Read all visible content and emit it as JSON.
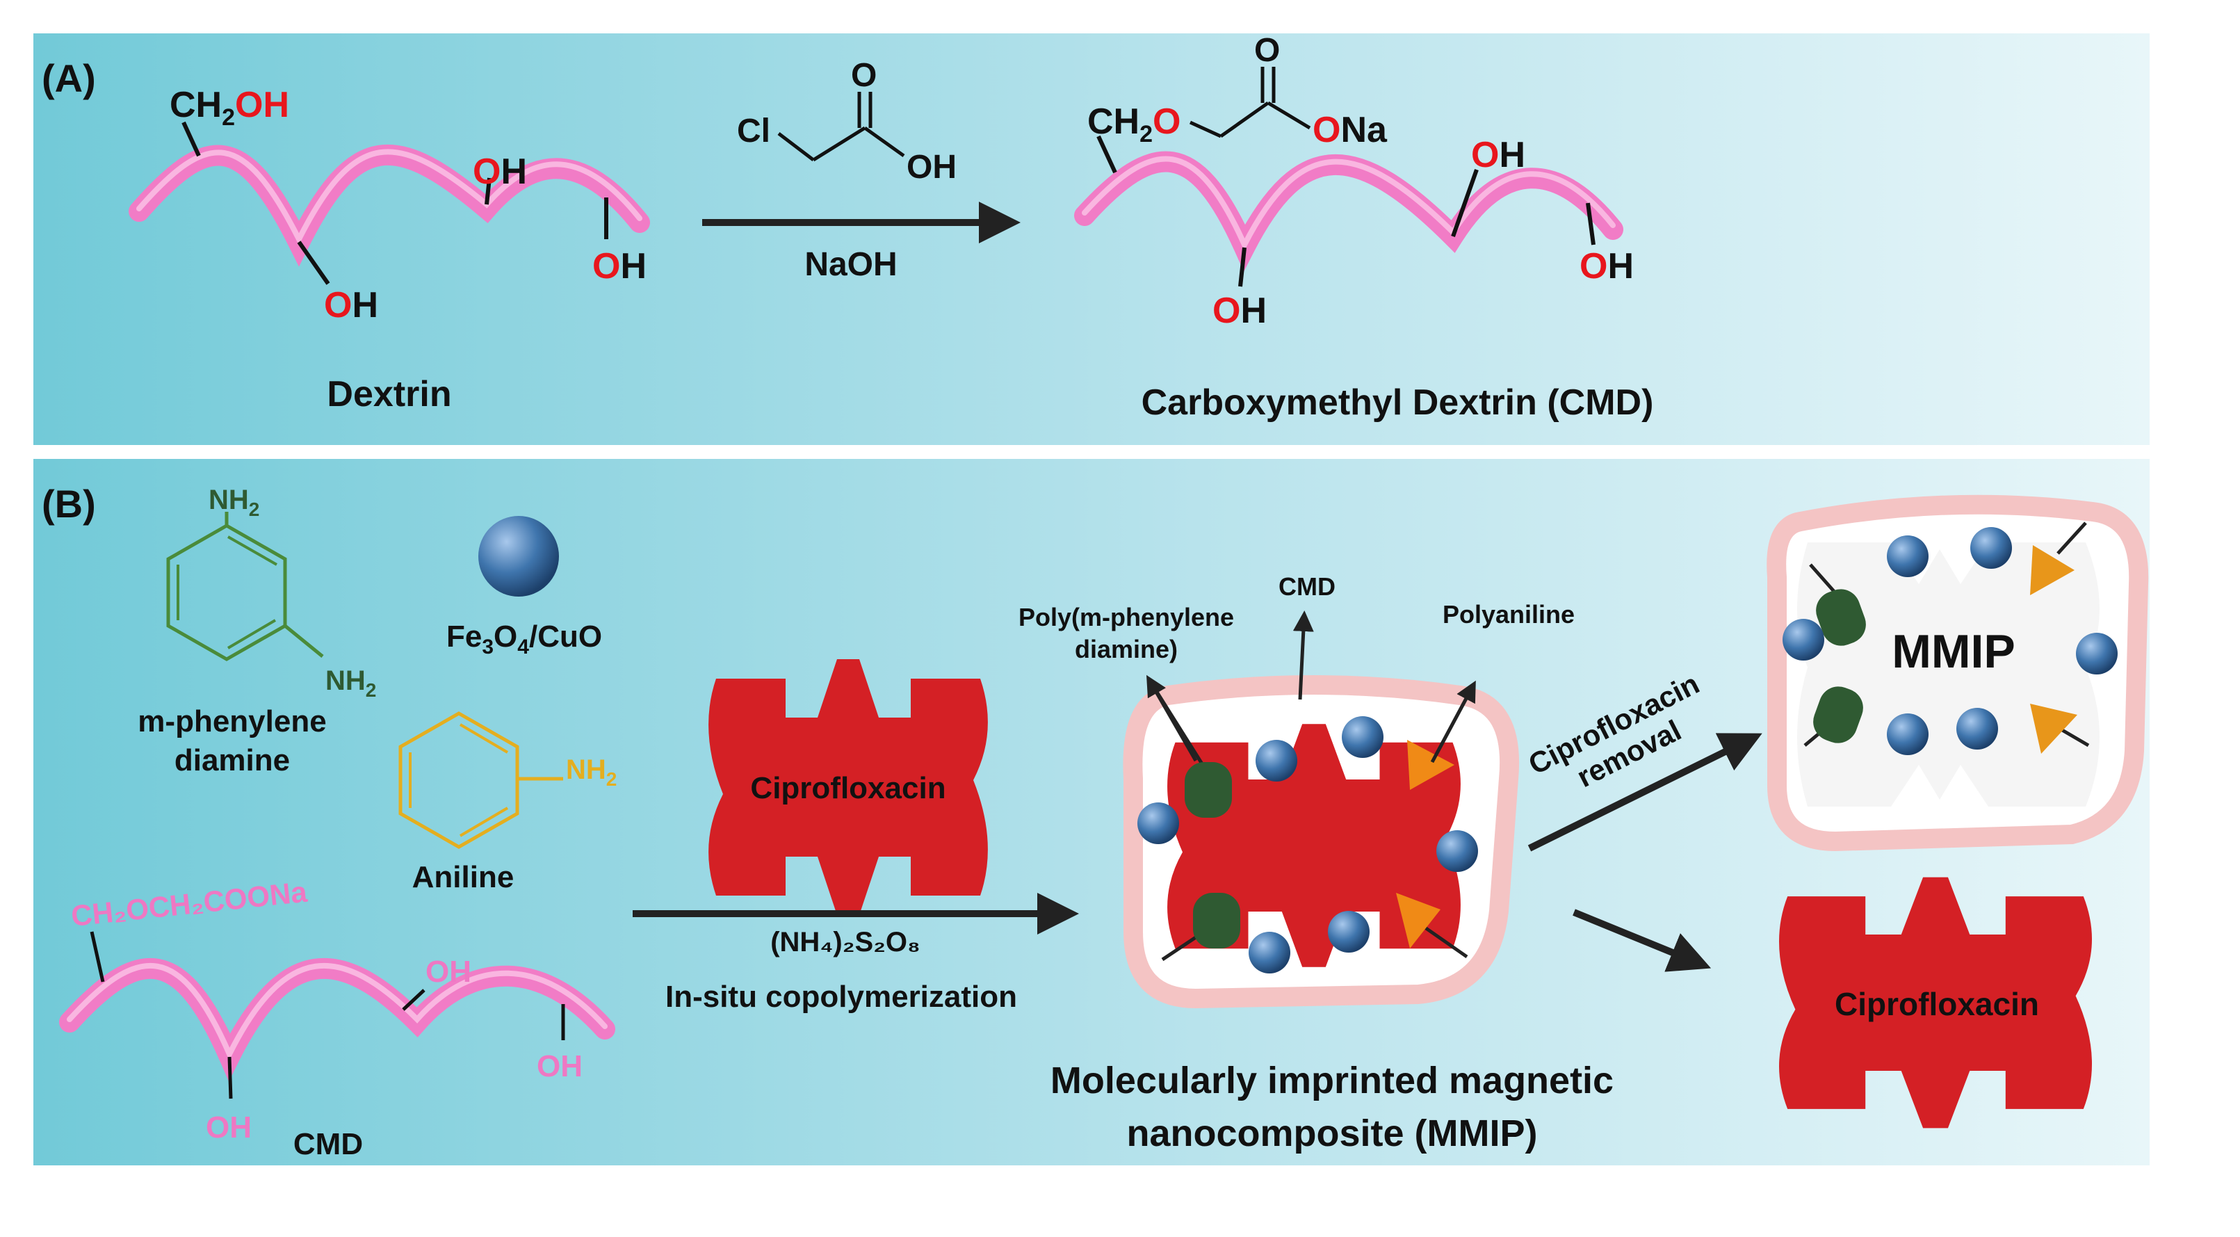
{
  "colors": {
    "panel_dark": "#72cad8",
    "panel_light": "#e6f5f9",
    "chain": "#f17cc6",
    "oxygen_red": "#e8161d",
    "cipro_red": "#d42025",
    "phenylene_green": "#4a8b3a",
    "aniline_gold": "#e4ae1f",
    "cmd_pink": "#ee78c3",
    "dark_green": "#2f5a32",
    "orange": "#f08a16",
    "bead_blue": "#3f75ad",
    "shell_pink": "#f4c4c4"
  },
  "panel_a": {
    "label": "(A)",
    "dextrin": {
      "ch2": "CH",
      "sub2": "2",
      "oh_top": "OH",
      "oh_mid": "OH",
      "oh_bottom": "OH",
      "oh_end": "OH",
      "name": "Dextrin"
    },
    "reagent": {
      "cl": "Cl",
      "o_top": "O",
      "oh": "OH",
      "condition": "NaOH"
    },
    "cmd": {
      "ch2": "CH",
      "sub2": "2",
      "o_link": "O",
      "o_top": "O",
      "ona_o": "O",
      "ona_na": "Na",
      "oh_top": "OH",
      "oh_bottom": "OH",
      "oh_end": "OH",
      "name": "Carboxymethyl Dextrin (CMD)"
    }
  },
  "panel_b": {
    "label": "(B)",
    "mpd": {
      "nh2_top": "NH",
      "nh2_right": "NH",
      "sub2": "2",
      "name_line1": "m-phenylene",
      "name_line2": "diamine"
    },
    "fe3o4": {
      "text": "Fe",
      "s3": "3",
      "o": "O",
      "s4": "4",
      "rest": "/CuO"
    },
    "aniline": {
      "nh2": "NH",
      "sub2": "2",
      "name": "Aniline"
    },
    "cmd": {
      "substituent": "CH₂OCH₂COONa",
      "oh_right": "OH",
      "oh_bottom": "OH",
      "oh_end": "OH",
      "name": "CMD"
    },
    "cipro_label": "Ciprofloxacin",
    "reaction": {
      "reagent": "(NH₄)₂S₂O₈",
      "condition": "In-situ copolymerization"
    },
    "labels": {
      "poly_line1": "Poly(m-phenylene",
      "poly_line2": "diamine)",
      "cmd": "CMD",
      "polyaniline": "Polyaniline"
    },
    "mmip_caption_line1": "Molecularly imprinted magnetic",
    "mmip_caption_line2": "nanocomposite (MMIP)",
    "removal_line1": "Ciprofloxacin",
    "removal_line2": "removal",
    "mmip_label": "MMIP",
    "released_label": "Ciprofloxacin"
  }
}
